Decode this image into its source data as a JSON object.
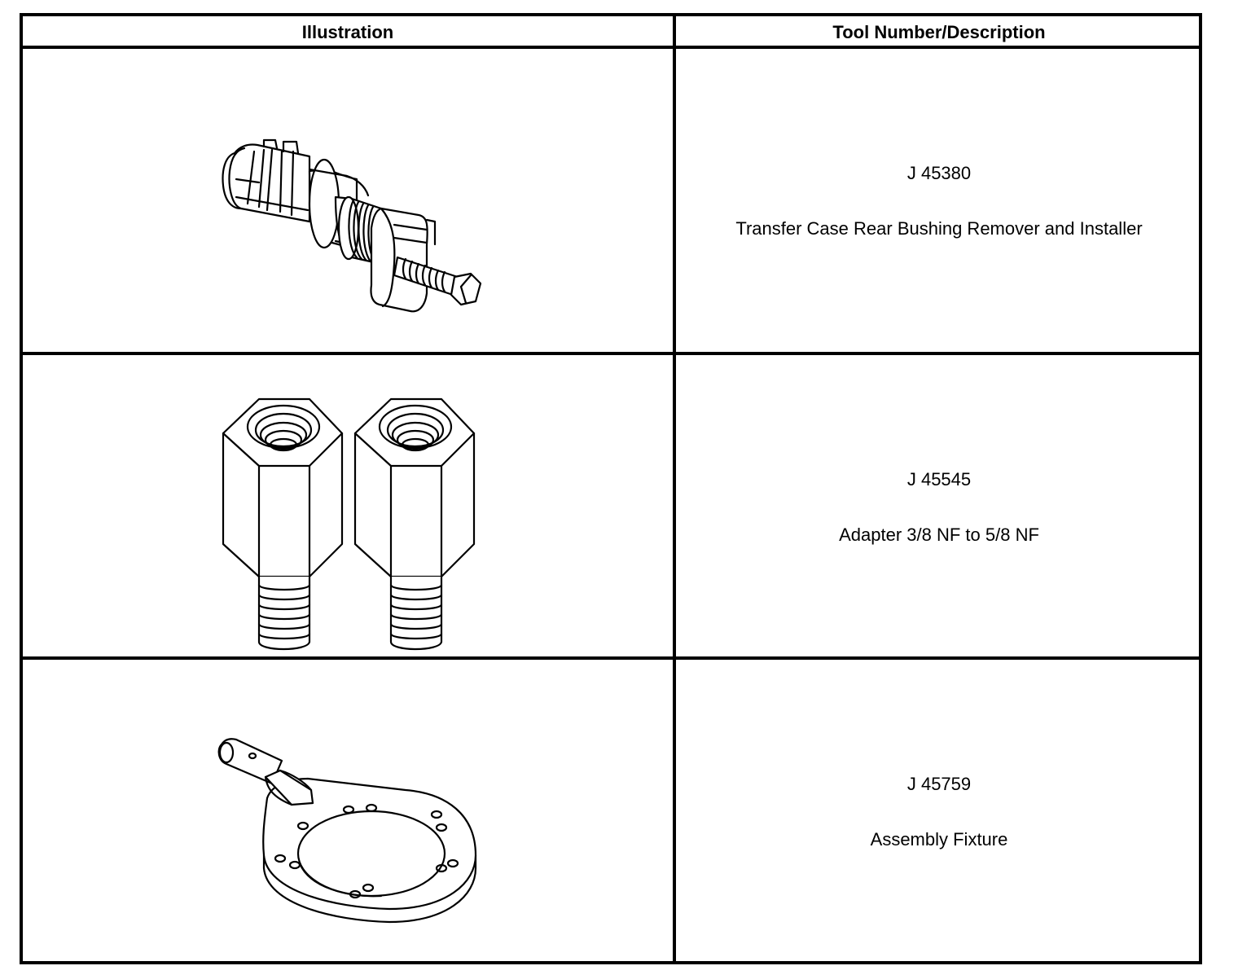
{
  "table": {
    "headers": {
      "illustration": "Illustration",
      "description": "Tool Number/Description"
    },
    "rows": [
      {
        "tool_number": "J 45380",
        "description": "Transfer Case Rear Bushing Remover and Installer",
        "illustration_icon": "bushing-remover-installer-icon"
      },
      {
        "tool_number": "J 45545",
        "description": "Adapter 3/8 NF to 5/8 NF",
        "illustration_icon": "threaded-adapter-icon"
      },
      {
        "tool_number": "J 45759",
        "description": "Assembly Fixture",
        "illustration_icon": "assembly-fixture-icon"
      }
    ]
  }
}
